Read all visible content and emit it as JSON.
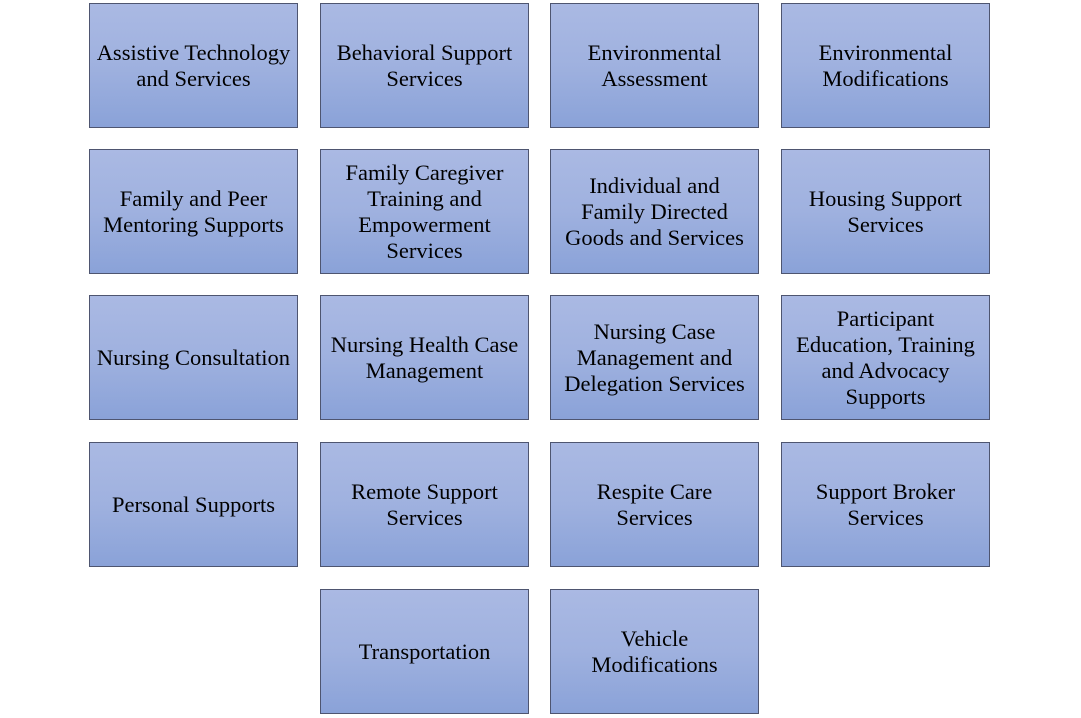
{
  "services": [
    "Assistive Technology and Services",
    "Behavioral Support Services",
    "Environmental Assessment",
    "Environmental Modifications",
    "Family and Peer Mentoring Supports",
    "Family Caregiver Training and Empowerment Services",
    "Individual and Family Directed Goods and Services",
    "Housing Support Services",
    "Nursing Consultation",
    "Nursing Health Case Management",
    "Nursing Case Management and Delegation Services",
    "Participant Education, Training and Advocacy Supports",
    "Personal Supports",
    "Remote Support Services",
    "Respite Care Services",
    "Support Broker Services",
    "Transportation",
    "Vehicle Modifications"
  ],
  "colors": {
    "fill_top": "#aab9e3",
    "fill_bottom": "#8aa2d8",
    "border": "#4e5570"
  }
}
